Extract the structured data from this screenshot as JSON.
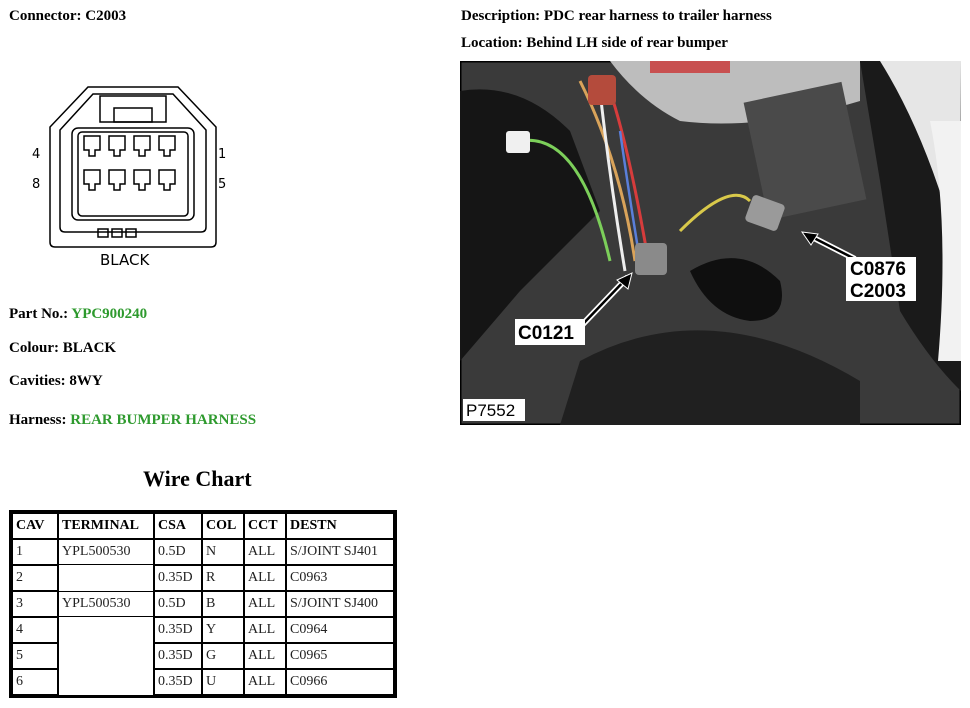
{
  "connector": {
    "label": "Connector:",
    "value": "C2003"
  },
  "description": {
    "label": "Description:",
    "value": "PDC rear harness to trailer harness"
  },
  "location": {
    "label": "Location:",
    "value": "Behind LH side of rear bumper"
  },
  "diagram": {
    "pin_left_top": "4",
    "pin_left_bottom": "8",
    "pin_right_top": "1",
    "pin_right_bottom": "5",
    "color_label": "BLACK"
  },
  "part_no": {
    "label": "Part No.:",
    "value": "YPC900240"
  },
  "colour": {
    "label": "Colour:",
    "value": "BLACK"
  },
  "cavities": {
    "label": "Cavities:",
    "value": "8WY"
  },
  "harness": {
    "label": "Harness:",
    "value": "REAR BUMPER HARNESS"
  },
  "photo": {
    "callout_1": "C0876",
    "callout_2": "C2003",
    "callout_3": "C0121",
    "ref": "P7552"
  },
  "wire_chart": {
    "title": "Wire Chart",
    "headers": [
      "CAV",
      "TERMINAL",
      "CSA",
      "COL",
      "CCT",
      "DESTN"
    ],
    "rows": [
      [
        "1",
        "YPL500530",
        "0.5D",
        "N",
        "ALL",
        "S/JOINT SJ401"
      ],
      [
        "2",
        "",
        "0.35D",
        "R",
        "ALL",
        "C0963"
      ],
      [
        "3",
        "YPL500530",
        "0.5D",
        "B",
        "ALL",
        "S/JOINT SJ400"
      ],
      [
        "4",
        "",
        "0.35D",
        "Y",
        "ALL",
        "C0964"
      ],
      [
        "5",
        "",
        "0.35D",
        "G",
        "ALL",
        "C0965"
      ],
      [
        "6",
        "",
        "0.35D",
        "U",
        "ALL",
        "C0966"
      ]
    ]
  },
  "colors": {
    "accent_green": "#2e9a2e"
  }
}
